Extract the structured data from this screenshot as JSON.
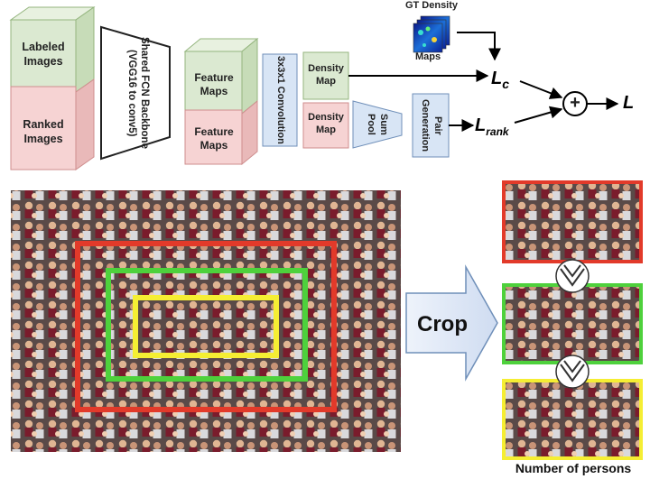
{
  "pipeline": {
    "labeled_images": "Labeled Images",
    "ranked_images": "Ranked Images",
    "backbone": "Shared FCN Backbone (VGG16 to conv5)",
    "feature_maps_top": "Feature Maps",
    "feature_maps_bottom": "Feature Maps",
    "convolution": "3x3x1 Convolution",
    "density_map_top": "Density Map",
    "density_map_bottom": "Density Map",
    "sum_pool": "Sum Pool",
    "pair_generation": "Pair Generation",
    "gt_density_title": "GT Density",
    "gt_density_caption": "Maps",
    "loss_count": "L",
    "loss_count_sub": "c",
    "loss_rank": "L",
    "loss_rank_sub": "rank",
    "plus": "+",
    "loss_total": "L"
  },
  "crop_section": {
    "crop_label": "Crop",
    "number_of_persons": "Number of persons"
  },
  "colors": {
    "green_fill": "#dbe9d1",
    "green_stroke": "#94b57e",
    "pink_fill": "#f6d3d3",
    "pink_stroke": "#cf8e8e",
    "blue_fill": "#d8e5f5",
    "blue_stroke": "#6f8fb9",
    "red_box": "#e23a2a",
    "green_box": "#4ed13c",
    "yellow_box": "#f5ee33"
  }
}
